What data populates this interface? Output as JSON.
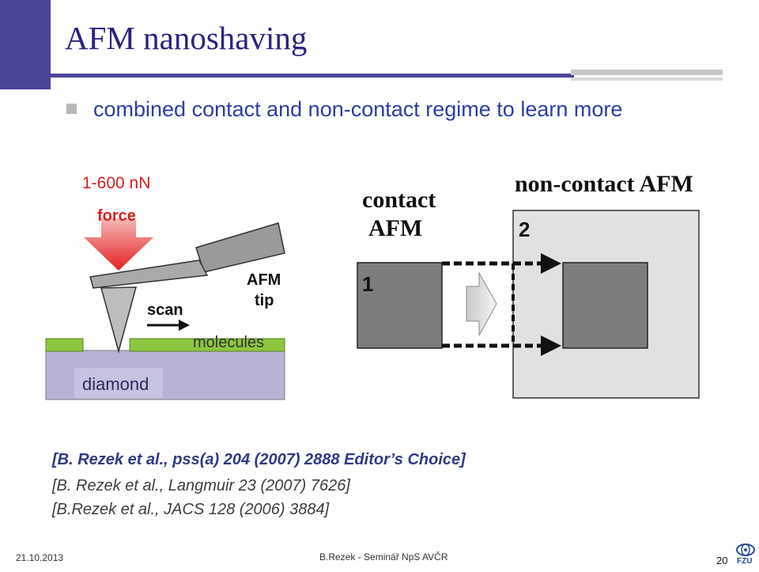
{
  "slide": {
    "title": "AFM nanoshaving",
    "bullet": "combined contact and non-contact regime to learn more"
  },
  "diagram": {
    "force_value": "1-600 nN",
    "force_label": "force",
    "afm_tip_line1": "AFM",
    "afm_tip_line2": "tip",
    "scan_label": "scan",
    "molecules_label": "molecules",
    "diamond_label": "diamond",
    "contact_line1": "contact",
    "contact_line2": "AFM",
    "noncontact_label": "non-contact AFM",
    "box1_label": "1",
    "box2_label": "2"
  },
  "references": [
    "[B. Rezek et al., pss(a) 204 (2007) 2888 Editor’s Choice]",
    "[B. Rezek et al., Langmuir 23 (2007) 7626]",
    "[B.Rezek et al., JACS 128 (2006) 3884]"
  ],
  "footer": {
    "date": "21.10.2013",
    "center": "B.Rezek - Seminář NpS AVČR",
    "page": "20",
    "logo_text": "FZU"
  },
  "colors": {
    "title": "#2b2382",
    "bullet_text": "#2b3fa0",
    "accent_bar": "#4b4599",
    "molecule_green": "#8cc63f",
    "diamond_lavender": "#b7b3d6",
    "arrow_red": "#e83a3a"
  }
}
